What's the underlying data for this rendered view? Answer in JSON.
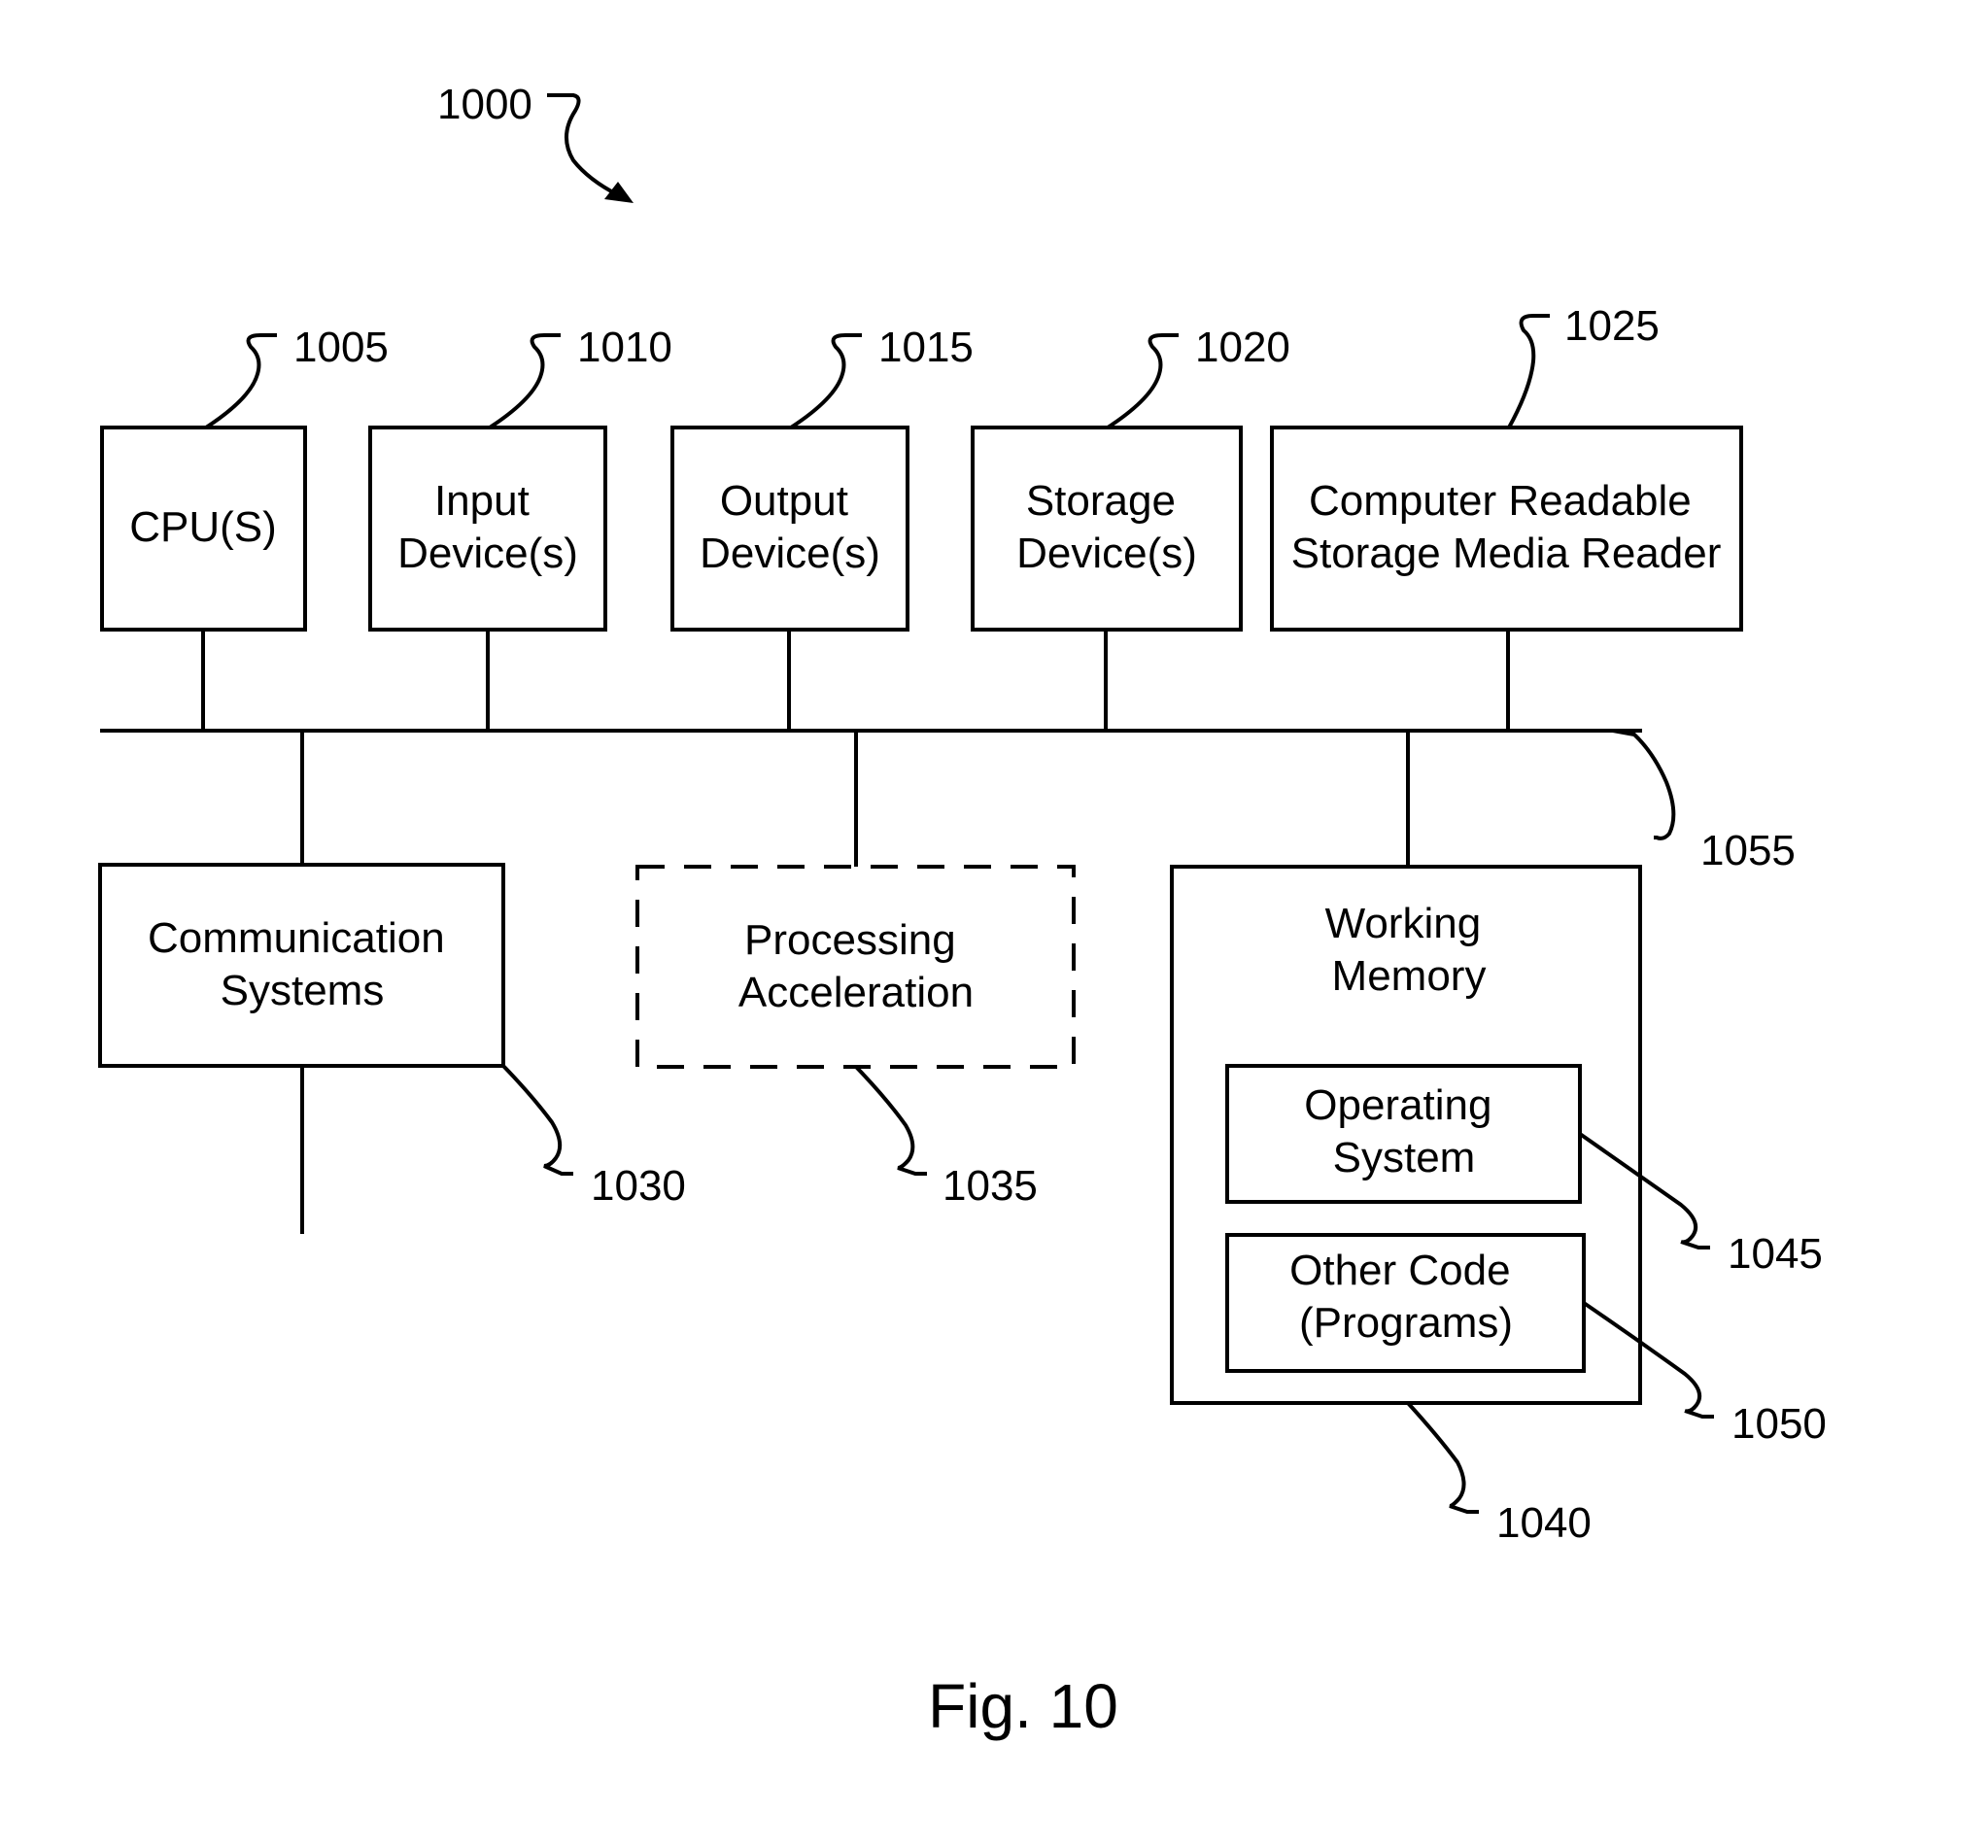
{
  "figure": {
    "caption": "Fig. 10",
    "system_ref": "1000"
  },
  "bus": {
    "ref": "1055"
  },
  "components": {
    "cpu": {
      "lines": [
        "CPU(S)"
      ],
      "ref": "1005"
    },
    "input": {
      "lines": [
        "Input",
        "Device(s)"
      ],
      "ref": "1010"
    },
    "output": {
      "lines": [
        "Output",
        "Device(s)"
      ],
      "ref": "1015"
    },
    "storage": {
      "lines": [
        "Storage",
        "Device(s)"
      ],
      "ref": "1020"
    },
    "crsm_reader": {
      "lines": [
        "Computer Readable",
        "Storage Media Reader"
      ],
      "ref": "1025"
    },
    "communication": {
      "lines": [
        "Communication",
        "Systems"
      ],
      "ref": "1030"
    },
    "processing": {
      "lines": [
        "Processing",
        "Acceleration"
      ],
      "ref": "1035"
    },
    "working_memory": {
      "lines": [
        "Working",
        "Memory"
      ],
      "ref": "1040"
    },
    "operating_system": {
      "lines": [
        "Operating",
        "System"
      ],
      "ref": "1045"
    },
    "other_code": {
      "lines": [
        "Other Code",
        "(Programs)"
      ],
      "ref": "1050"
    }
  }
}
